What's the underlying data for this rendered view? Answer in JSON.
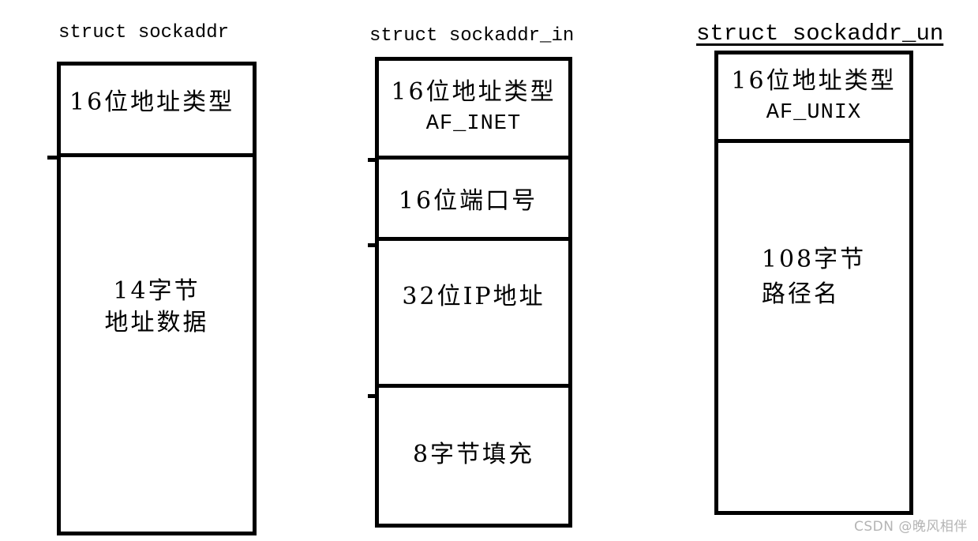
{
  "page": {
    "background": "#ffffff",
    "text_color": "#000000"
  },
  "watermark": {
    "text": "CSDN @晚风相伴",
    "color": "#b4b4b4"
  },
  "structs": [
    {
      "title": "struct sockaddr",
      "cells": [
        {
          "name": "address-family",
          "lines": [
            "16位地址类型"
          ]
        },
        {
          "name": "address-data",
          "lines": [
            "14字节",
            "地址数据"
          ]
        }
      ]
    },
    {
      "title": "struct sockaddr_in",
      "cells": [
        {
          "name": "address-family",
          "lines": [
            "16位地址类型",
            "AF_INET"
          ]
        },
        {
          "name": "port",
          "lines": [
            "16位端口号"
          ]
        },
        {
          "name": "ip-address",
          "lines": [
            "32位IP地址"
          ]
        },
        {
          "name": "padding",
          "lines": [
            "8字节填充"
          ]
        }
      ]
    },
    {
      "title": "struct sockaddr_un",
      "cells": [
        {
          "name": "address-family",
          "lines": [
            "16位地址类型",
            "AF_UNIX"
          ]
        },
        {
          "name": "path-name",
          "lines": [
            "108字节",
            "路径名"
          ]
        }
      ]
    }
  ]
}
